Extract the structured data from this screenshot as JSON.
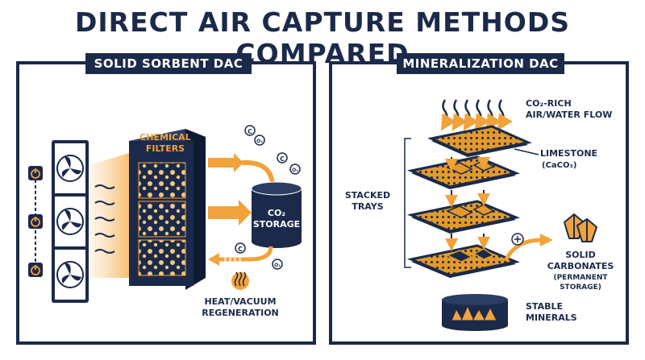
{
  "title": "DIRECT AIR CAPTURE METHODS COMPARED",
  "colors": {
    "navy": "#1b2a4a",
    "orange": "#f2a23a",
    "amber": "#e39a2b"
  },
  "left_panel": {
    "heading": "SOLID SORBENT DAC",
    "filter_label": [
      "CHEMICAL",
      "FILTERS"
    ],
    "storage_label": [
      "CO₂",
      "STORAGE"
    ],
    "regen_label": [
      "HEAT/VACUUM",
      "REGENERATION"
    ],
    "molecule_c": "C",
    "molecule_o": "O₂"
  },
  "right_panel": {
    "heading": "MINERALIZATION DAC",
    "flow_label": [
      "CO₂-RICH",
      "AIR/WATER FLOW"
    ],
    "limestone_label": [
      "LIMESTONE",
      "(CaCO₃)"
    ],
    "trays_label": [
      "STACKED",
      "TRAYS"
    ],
    "carbonates_label": [
      "SOLID",
      "CARBONATES"
    ],
    "permanent_label": [
      "(PERMANENT",
      "STORAGE)"
    ],
    "minerals_label": [
      "STABLE",
      "MINERALS"
    ]
  }
}
